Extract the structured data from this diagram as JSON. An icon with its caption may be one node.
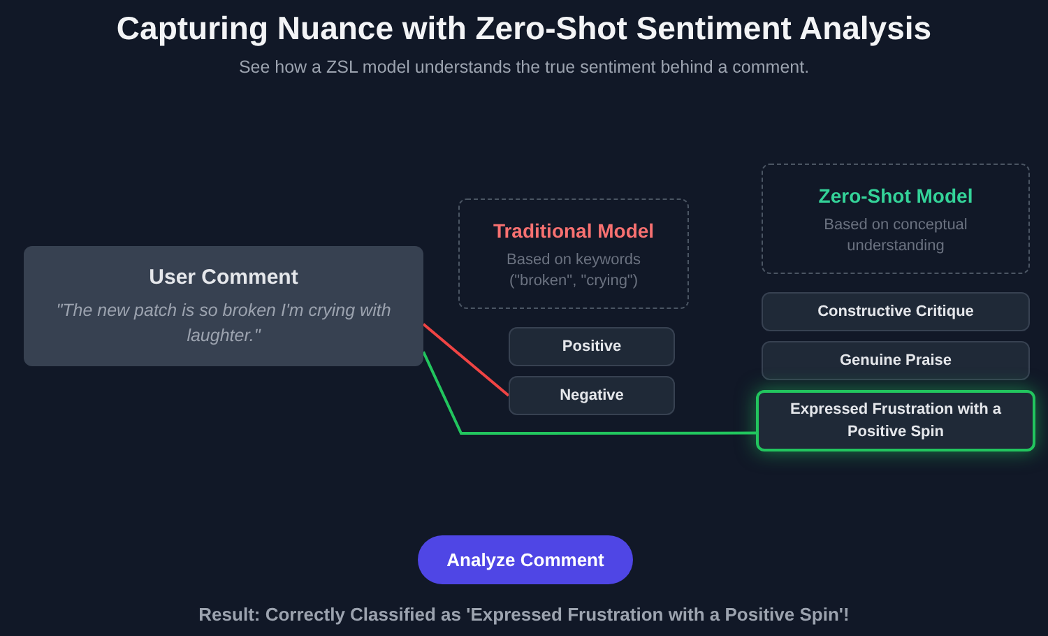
{
  "diagram": {
    "title": "Capturing Nuance with Zero-Shot Sentiment Analysis",
    "caption": "See how a ZSL model understands the true sentiment behind a comment.",
    "nodes": [
      {
        "text": [
          "User Comment",
          "\"The new patch is so broken I'm crying with laughter.\""
        ]
      },
      {
        "text": [
          "Traditional Model",
          "Based on keywords (\"broken\", \"crying\")"
        ]
      },
      {
        "text": [
          "Positive"
        ]
      },
      {
        "text": [
          "Negative"
        ]
      },
      {
        "text": [
          "Zero-Shot Model",
          "Based on conceptual understanding"
        ]
      },
      {
        "text": [
          "Constructive Critique"
        ]
      },
      {
        "text": [
          "Genuine Praise"
        ]
      },
      {
        "text": [
          "Expressed Frustration with a Positive Spin"
        ]
      },
      {
        "text": [
          "Analyze Comment"
        ]
      }
    ],
    "edges": [
      {
        "from": 0,
        "to": 3,
        "arrow": "none",
        "color": "#ef4444"
      },
      {
        "from": 0,
        "to": 7,
        "arrow": "none",
        "color": "#22c55e"
      }
    ],
    "labels": [
      "Result: Correctly Classified as 'Expressed Frustration with a Positive Spin'!"
    ]
  }
}
